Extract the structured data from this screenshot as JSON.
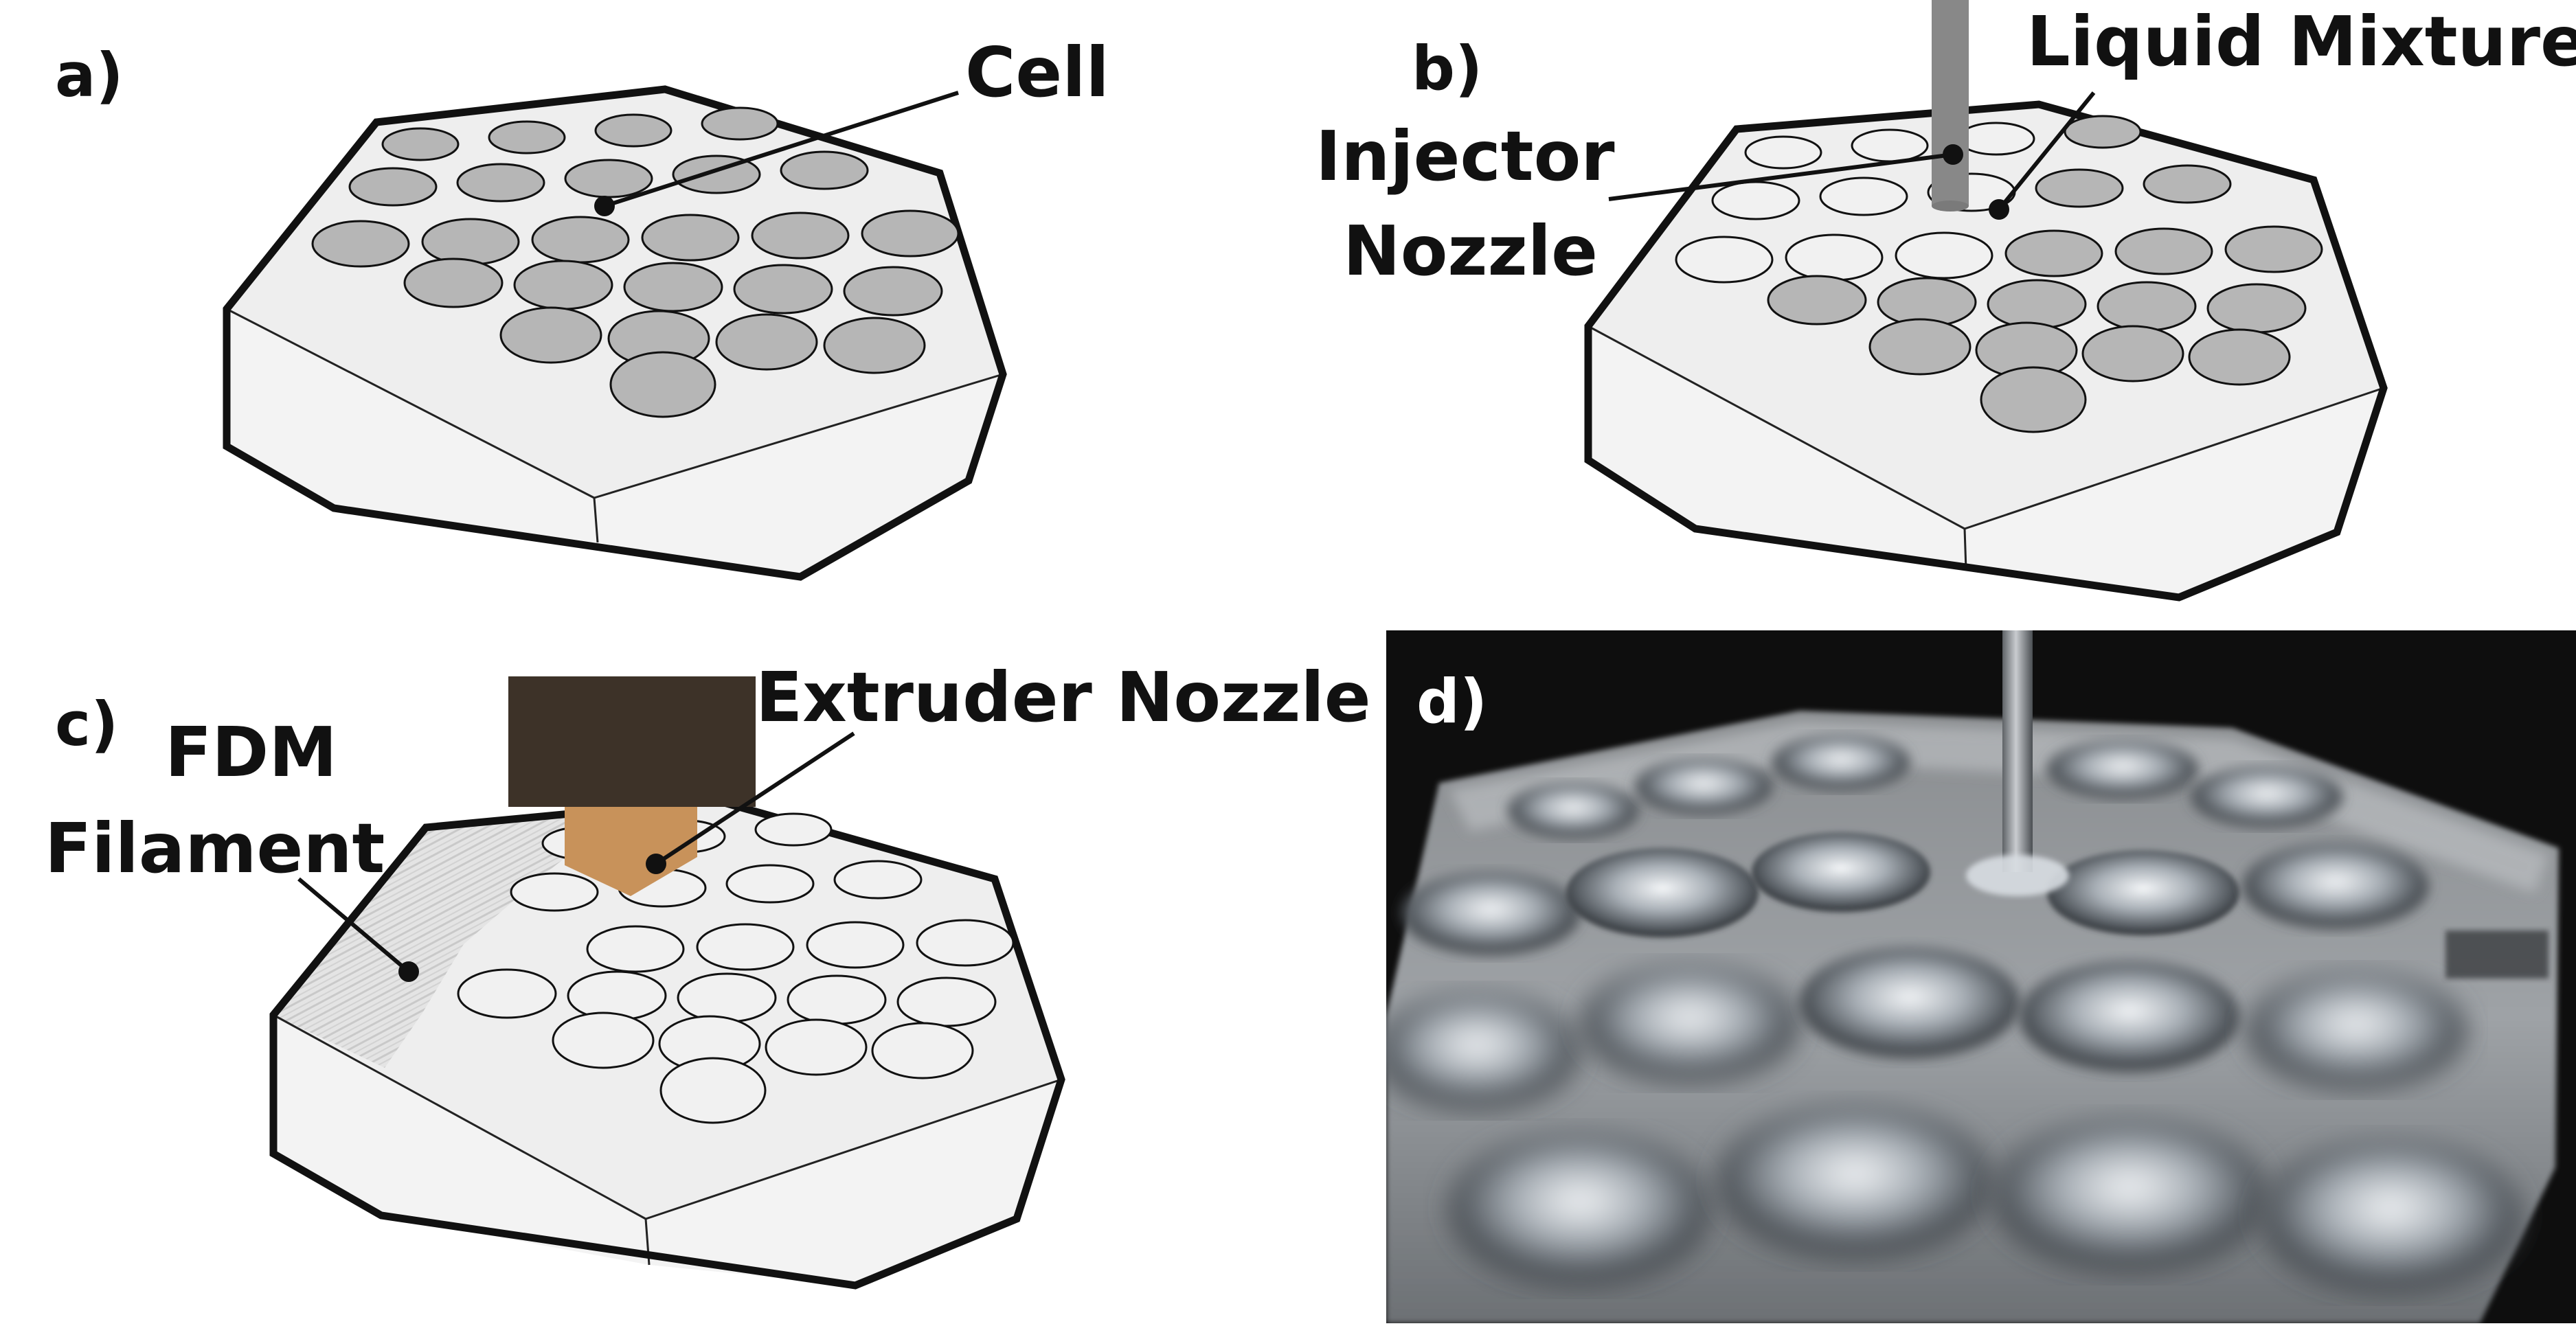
{
  "panels": {
    "a": {
      "label": "a)",
      "callouts": {
        "cell": "Cell"
      }
    },
    "b": {
      "label": "b)",
      "callouts": {
        "liquid_mixture": "Liquid Mixture",
        "injector_nozzle_line1": "Injector",
        "injector_nozzle_line2": "Nozzle"
      }
    },
    "c": {
      "label": "c)",
      "callouts": {
        "fdm_filament_line1": "FDM",
        "fdm_filament_line2": "Filament",
        "extruder_nozzle": "Extruder Nozzle"
      }
    },
    "d": {
      "label": "d)",
      "content": "photo-of-printed-cell-array-with-injector"
    }
  },
  "colors": {
    "block_top": "#eeeeee",
    "block_side": "#f3f3f3",
    "outline": "#111111",
    "filled_cell": "#b6b6b6",
    "empty_cell": "#f1f1f1",
    "nozzle_grey": "#888888",
    "extruder_head": "#3d3228",
    "extruder_tip": "#c8925a",
    "photo_background": "#0e0e0e"
  }
}
